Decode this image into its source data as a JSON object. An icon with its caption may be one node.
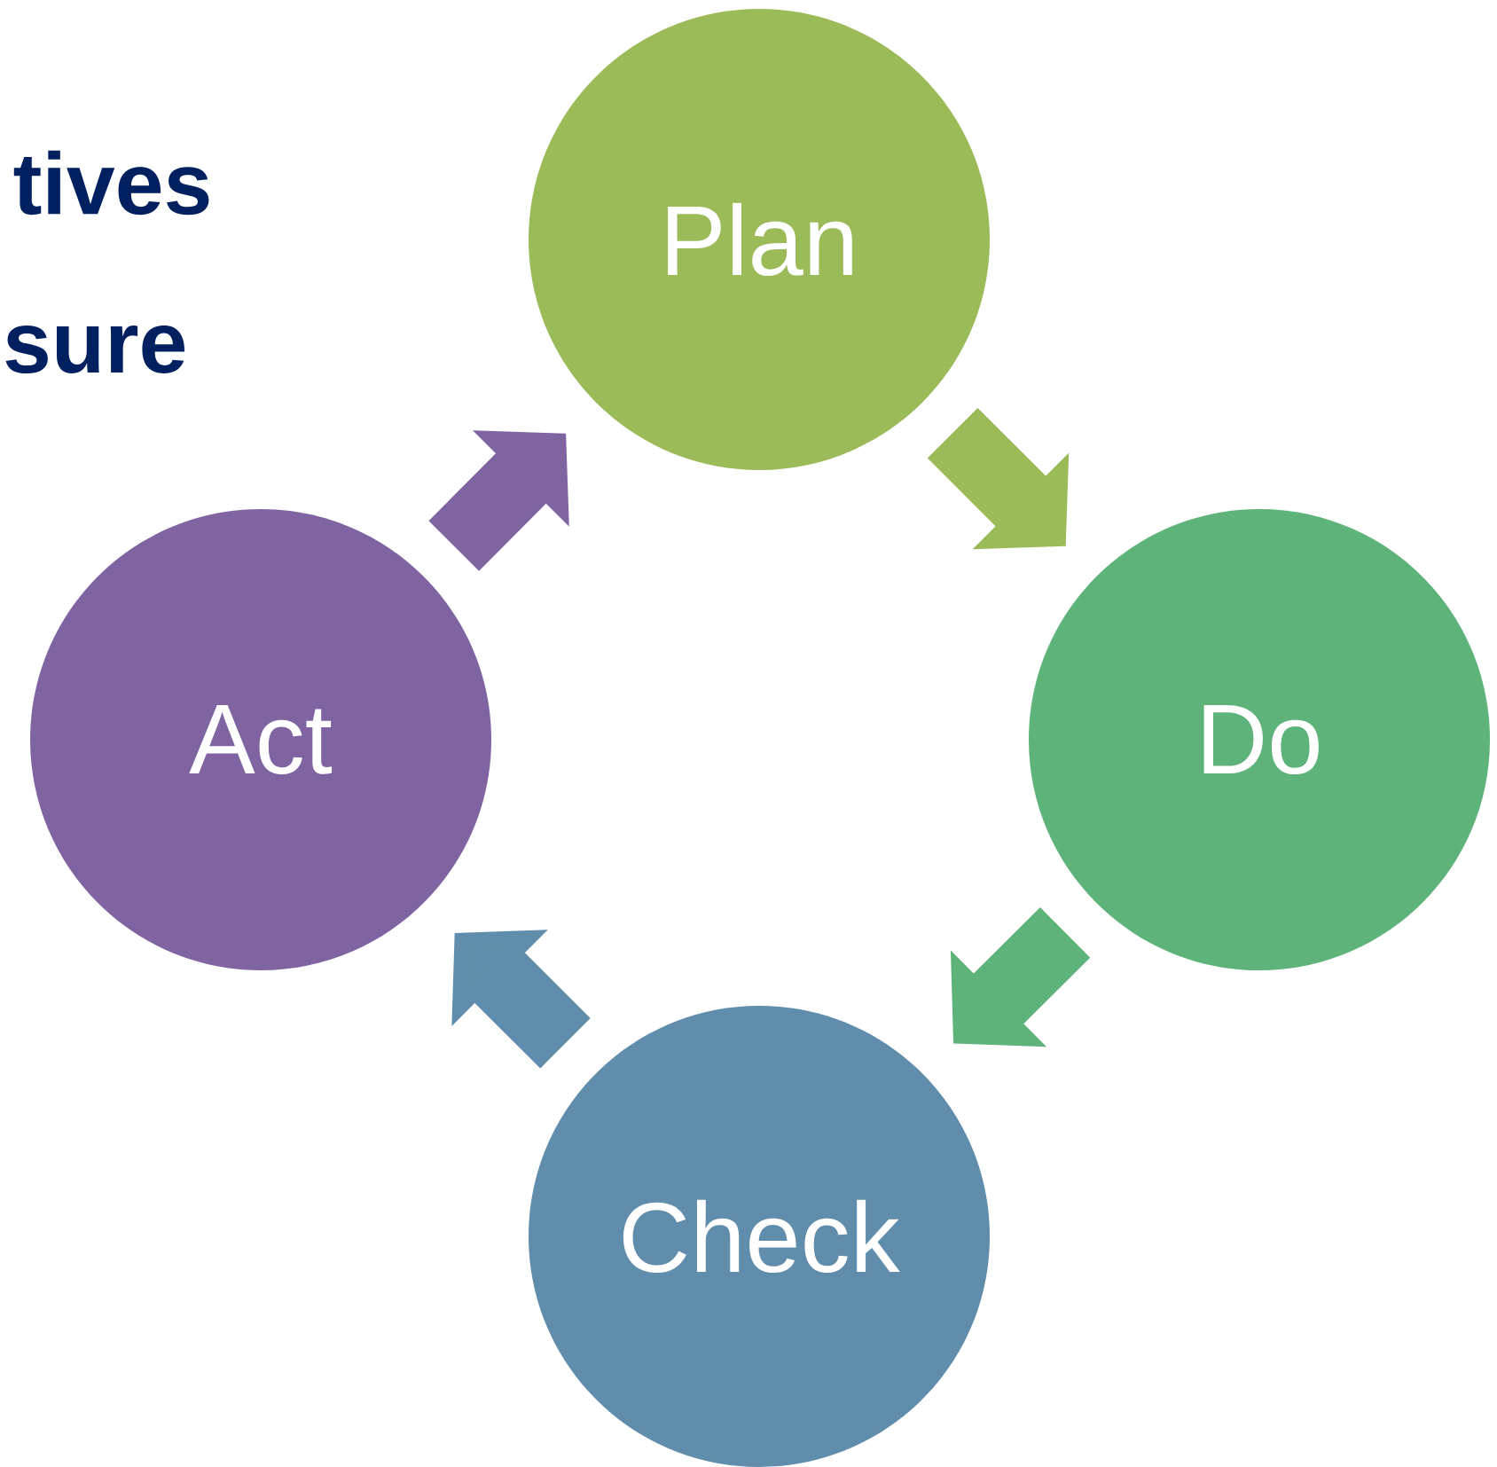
{
  "diagram": {
    "nodes": [
      {
        "text": [
          "Plan"
        ]
      },
      {
        "text": [
          "Do"
        ]
      },
      {
        "text": [
          "Check"
        ]
      },
      {
        "text": [
          "Act"
        ]
      }
    ],
    "edges": [
      {
        "from": 0,
        "to": 1,
        "arrow": "to",
        "color": "#9bbb59"
      },
      {
        "from": 1,
        "to": 2,
        "arrow": "to",
        "color": "#5eb37b"
      },
      {
        "from": 2,
        "to": 3,
        "arrow": "to",
        "color": "#5f8dab"
      },
      {
        "from": 3,
        "to": 0,
        "arrow": "to",
        "color": "#8064a2"
      }
    ],
    "labels": [
      "tives",
      "sure"
    ]
  }
}
